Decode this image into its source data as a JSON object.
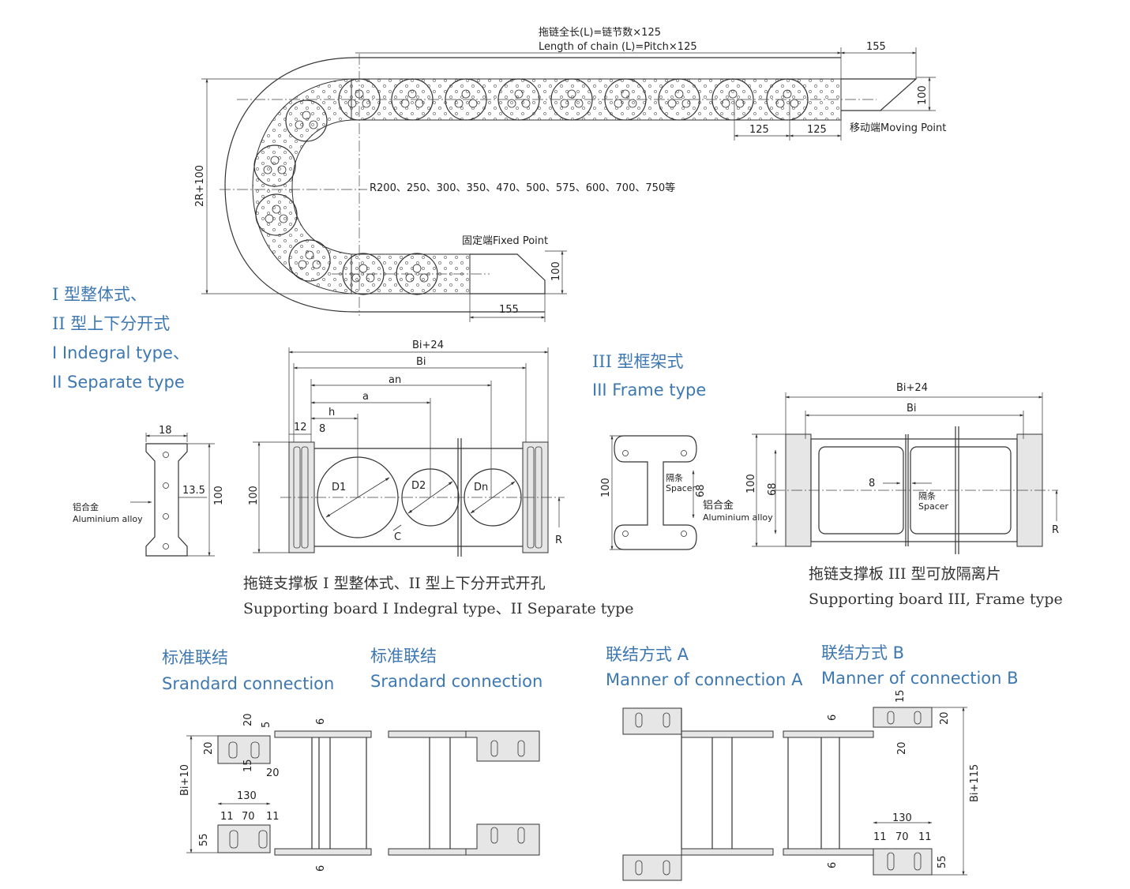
{
  "chain_length_cn": "拖链全长(L)=链节数×125",
  "chain_length_en": "Length of chain (L)=Pitch×125",
  "dims": {
    "d155": "155",
    "d100": "100",
    "d125": "125",
    "d2r100": "2R+100",
    "bi24": "Bi+24",
    "bi": "Bi",
    "an": "an",
    "a": "a",
    "h": "h",
    "d12": "12",
    "d8": "8",
    "d18": "18",
    "d13_5": "13.5",
    "d68": "68",
    "d8b": "8",
    "bi10": "Bi+10",
    "bi115": "Bi+115",
    "d20": "20",
    "d5": "5",
    "d6": "6",
    "d15": "15",
    "d130": "130",
    "d11": "11",
    "d70": "70",
    "d55": "55"
  },
  "moving_point": "移动端Moving Point",
  "fixed_point": "固定端Fixed Point",
  "radius_list": "R200、250、300、350、470、500、575、600、700、750等",
  "type12_title_cn1": "I 型整体式、",
  "type12_title_cn2": "II 型上下分开式",
  "type12_title_en1": "I Indegral type、",
  "type12_title_en2": "II Separate type",
  "type3_title_cn": "III 型框架式",
  "type3_title_en": "III Frame type",
  "circles": {
    "d1": "D1",
    "d2": "D2",
    "dn": "Dn",
    "c": "C",
    "r": "R"
  },
  "alloy_cn": "铝合金",
  "alloy_en": "Aluminium alloy",
  "spacer_cn": "隔条",
  "spacer_en": "Spacer",
  "board12_caption_cn": "拖链支撑板 I 型整体式、II 型上下分开式开孔",
  "board12_caption_en": "Supporting board I Indegral type、II Separate type",
  "board3_caption_cn": "拖链支撑板 III 型可放隔离片",
  "board3_caption_en": "Supporting board III, Frame type",
  "conn": {
    "std1_cn": "标准联结",
    "std1_en": "Srandard connection",
    "std2_cn": "标准联结",
    "std2_en": "Srandard connection",
    "a_cn": "联结方式 A",
    "a_en": "Manner of connection A",
    "b_cn": "联结方式 B",
    "b_en": "Manner of connection B"
  },
  "colors": {
    "title_blue": "#3d78b2",
    "line": "#333333",
    "plate": "#e6e6e6"
  }
}
